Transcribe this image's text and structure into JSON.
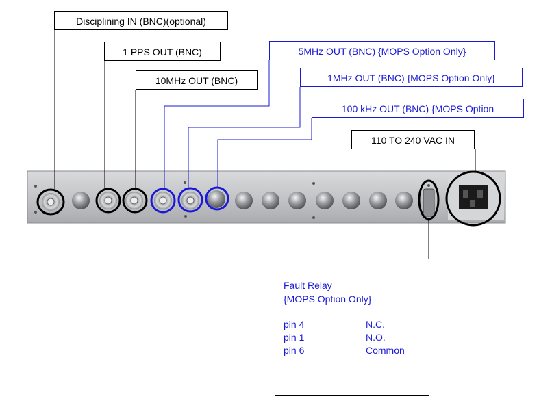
{
  "labels": {
    "disciplining_in": "Disciplining IN (BNC)(optional)",
    "pps_out": "1 PPS OUT (BNC)",
    "mhz10_out": "10MHz OUT (BNC)",
    "mhz5_out": "5MHz OUT (BNC) {MOPS Option Only}",
    "mhz1_out": "1MHz OUT (BNC) {MOPS Option Only}",
    "khz100_out": "100 kHz OUT (BNC) {MOPS Option",
    "vac_in": "110 TO 240 VAC IN"
  },
  "fault_relay": {
    "title": "Fault Relay",
    "subtitle": "{MOPS Option Only}",
    "pins": [
      {
        "pin": "pin 4",
        "function": "N.C."
      },
      {
        "pin": "pin 1",
        "function": "N.O."
      },
      {
        "pin": "pin 6",
        "function": "Common"
      }
    ]
  },
  "colors": {
    "standard_callout": "#000000",
    "mops_callout": "#1a1ad6",
    "panel": "#c9cacc"
  }
}
